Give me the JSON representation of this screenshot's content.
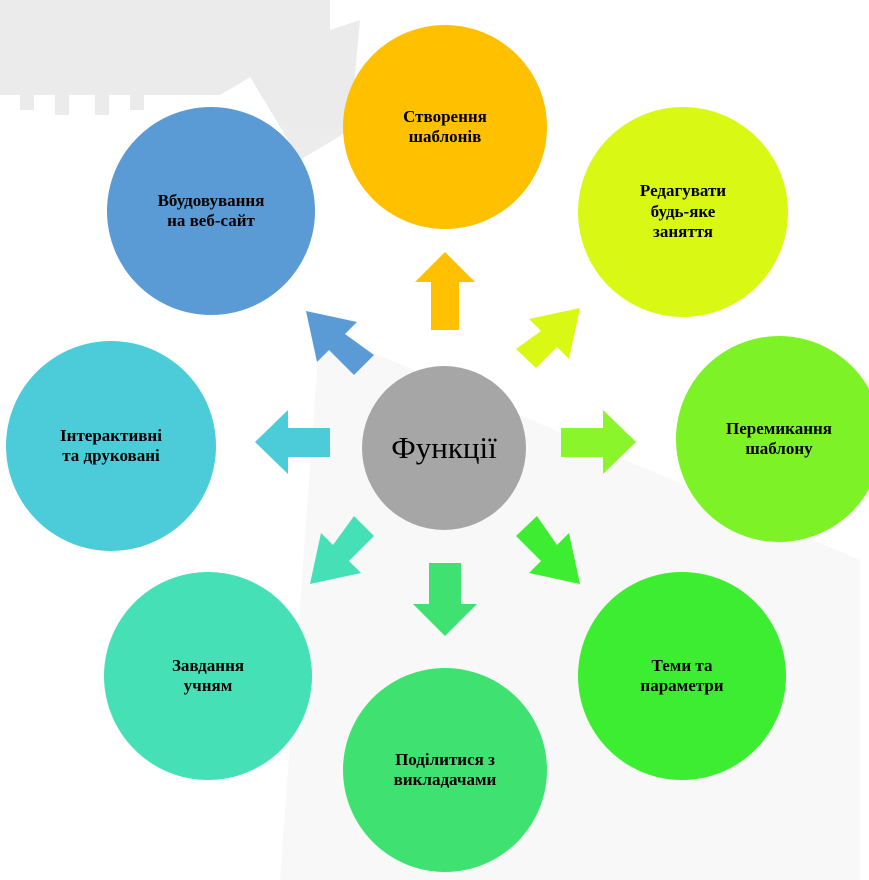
{
  "diagram": {
    "center": {
      "label": "Функції",
      "color": "#a6a6a6"
    },
    "nodes": [
      {
        "id": "top",
        "label": "Створення\nшаблонів",
        "color": "#ffc000",
        "arrow_color": "#ffc000"
      },
      {
        "id": "top-right",
        "label": "Редагувати\nбудь-яке\nзаняття",
        "color": "#d9f915",
        "arrow_color": "#d9f915"
      },
      {
        "id": "right",
        "label": "Перемикання\nшаблону",
        "color": "#7df227",
        "arrow_color": "#8af52a"
      },
      {
        "id": "bottom-right",
        "label": "Теми та\nпараметри",
        "color": "#3ded31",
        "arrow_color": "#3ded31"
      },
      {
        "id": "bottom",
        "label": "Поділитися з\nвикладачами",
        "color": "#3fe270",
        "arrow_color": "#3fe270"
      },
      {
        "id": "bottom-left",
        "label": "Завдання\nучням",
        "color": "#46e0b7",
        "arrow_color": "#46e0b7"
      },
      {
        "id": "left",
        "label": "Інтерактивні\nта друковані",
        "color": "#4cccd9",
        "arrow_color": "#4cccd9"
      },
      {
        "id": "top-left",
        "label": "Вбудовування\nна веб-сайт",
        "color": "#5b9bd5",
        "arrow_color": "#5b9bd5"
      }
    ]
  }
}
